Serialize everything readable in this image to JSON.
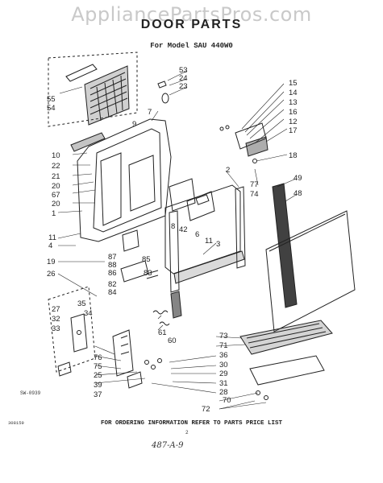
{
  "watermark": "AppliancePartsPros.com",
  "title": "DOOR PARTS",
  "model_line": "For Model SAU 440W0",
  "diagram_code": "SW-0939",
  "doc_number": "308159",
  "page_number": "2",
  "footer": "FOR ORDERING INFORMATION REFER TO PARTS PRICE LIST",
  "handwritten_note": "487-A-9",
  "callouts": [
    "55",
    "54",
    "53",
    "24",
    "23",
    "7",
    "9",
    "10",
    "22",
    "21",
    "20",
    "67",
    "20",
    "1",
    "11",
    "4",
    "19",
    "26",
    "87",
    "88",
    "86",
    "85",
    "83",
    "82",
    "84",
    "27",
    "35",
    "32",
    "34",
    "33",
    "76",
    "75",
    "25",
    "39",
    "37",
    "61",
    "60",
    "8",
    "42",
    "6",
    "11",
    "3",
    "2",
    "15",
    "14",
    "13",
    "16",
    "12",
    "17",
    "18",
    "77",
    "74",
    "49",
    "48",
    "73",
    "71",
    "36",
    "30",
    "29",
    "31",
    "28",
    "70",
    "72"
  ]
}
